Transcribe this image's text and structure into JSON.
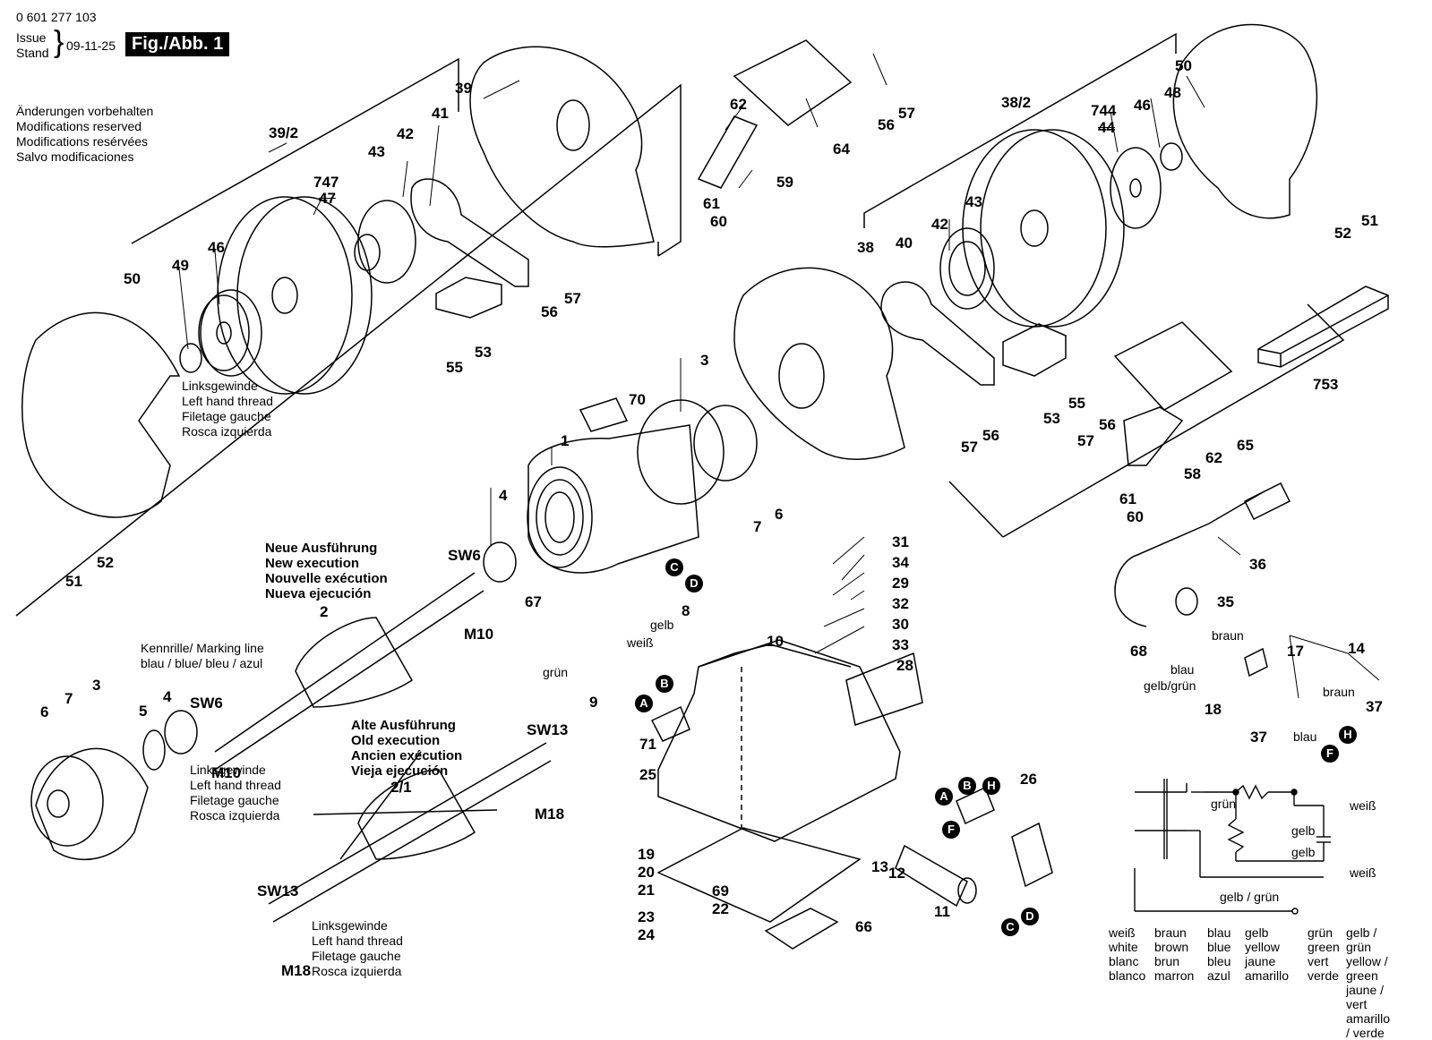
{
  "header": {
    "part_number": "0 601 277 103",
    "issue_lines": [
      "Issue",
      "Stand"
    ],
    "date": "09-11-25",
    "figure": "Fig./Abb. 1"
  },
  "notes": {
    "modifications": [
      "Änderungen vorbehalten",
      "Modifications reserved",
      "Modifications resérvées",
      "Salvo modificaciones"
    ],
    "left_thread_a": [
      "Linksgewinde",
      "Left hand thread",
      "Filetage gauche",
      "Rosca izquierda"
    ],
    "left_thread_b": [
      "Linksgewinde",
      "Left hand thread",
      "Filetage gauche",
      "Rosca izquierda"
    ],
    "left_thread_c": [
      "Linksgewinde",
      "Left hand thread",
      "Filetage gauche",
      "Rosca izquierda"
    ],
    "new_execution": [
      "Neue Ausführung",
      "New execution",
      "Nouvelle exécution",
      "Nueva ejecución"
    ],
    "old_execution": [
      "Alte Ausführung",
      "Old execution",
      "Ancien exécution",
      "Vieja ejecución"
    ],
    "marking_line": [
      "Kennrille/ Marking line",
      "blau / blue/ bleu / azul"
    ]
  },
  "parts": {
    "p39_2": "39/2",
    "p39": "39",
    "p747": "747",
    "p47": "47",
    "p43a": "43",
    "p42a": "42",
    "p41": "41",
    "p50a": "50",
    "p49": "49",
    "p46a": "46",
    "p56a": "56",
    "p57a": "57",
    "p55a": "55",
    "p53a": "53",
    "p51a": "51",
    "p52a": "52",
    "p62a": "62",
    "p59": "59",
    "p61a": "61",
    "p60a": "60",
    "p64": "64",
    "p56b": "56",
    "p57b": "57",
    "p50b": "50",
    "p38_2": "38/2",
    "p744": "744",
    "p44": "44",
    "p46b": "46",
    "p48": "48",
    "p51b": "51",
    "p52b": "52",
    "p38": "38",
    "p40": "40",
    "p42b": "42",
    "p43b": "43",
    "p3a": "3",
    "p70": "70",
    "p1": "1",
    "p4a": "4",
    "p7a": "7",
    "p6a": "6",
    "p53b": "53",
    "p55b": "55",
    "p57c": "57",
    "p56c": "56",
    "p56d": "56",
    "p57d": "57",
    "p62b": "62",
    "p65": "65",
    "p58": "58",
    "p61b": "61",
    "p60b": "60",
    "p753": "753",
    "p36": "36",
    "p35": "35",
    "p68": "68",
    "p17": "17",
    "p14": "14",
    "p18": "18",
    "p37a": "37",
    "p37b": "37",
    "pSW6a": "SW6",
    "pM10a": "M10",
    "p2": "2",
    "p67": "67",
    "p8": "8",
    "p9": "9",
    "p6b": "6",
    "p7b": "7",
    "p3b": "3",
    "p5": "5",
    "p4b": "4",
    "pSW6b": "SW6",
    "pM10b": "M10",
    "pSW13a": "SW13",
    "pM18a": "M18",
    "p2_1": "2/1",
    "pSW13b": "SW13",
    "pM18b": "M18",
    "p31": "31",
    "p34": "34",
    "p29": "29",
    "p32": "32",
    "p30": "30",
    "p33": "33",
    "p10": "10",
    "p28": "28",
    "p71": "71",
    "p25": "25",
    "p19": "19",
    "p20": "20",
    "p21": "21",
    "p69": "69",
    "p22": "22",
    "p23": "23",
    "p24": "24",
    "p66": "66",
    "p26": "26",
    "p13": "13",
    "p12": "12",
    "p11": "11"
  },
  "wires": {
    "gelb": "gelb",
    "weiss": "weiß",
    "gruen": "grün",
    "braun_a": "braun",
    "blau_a": "blau",
    "gelbgruen": "gelb/grün",
    "braun_b": "braun",
    "blau_b": "blau",
    "s_gruen": "grün",
    "s_weiss_a": "weiß",
    "s_gelb_a": "gelb",
    "s_gelb_b": "gelb",
    "s_weiss_b": "weiß",
    "s_gelbgruen": "gelb / grün"
  },
  "badges": {
    "A": "A",
    "B": "B",
    "C": "C",
    "D": "D",
    "F": "F",
    "H": "H"
  },
  "legend": {
    "col1": [
      "weiß",
      "white",
      "blanc",
      "blanco"
    ],
    "col2": [
      "braun",
      "brown",
      "brun",
      "marron"
    ],
    "col3": [
      "blau",
      "blue",
      "bleu",
      "azul"
    ],
    "col4": [
      "gelb",
      "yellow",
      "jaune",
      "amarillo"
    ],
    "col5": [
      "grün",
      "green",
      "vert",
      "verde"
    ],
    "col6": [
      "gelb / grün",
      "yellow / green",
      "jaune / vert",
      "amarillo / verde"
    ]
  }
}
